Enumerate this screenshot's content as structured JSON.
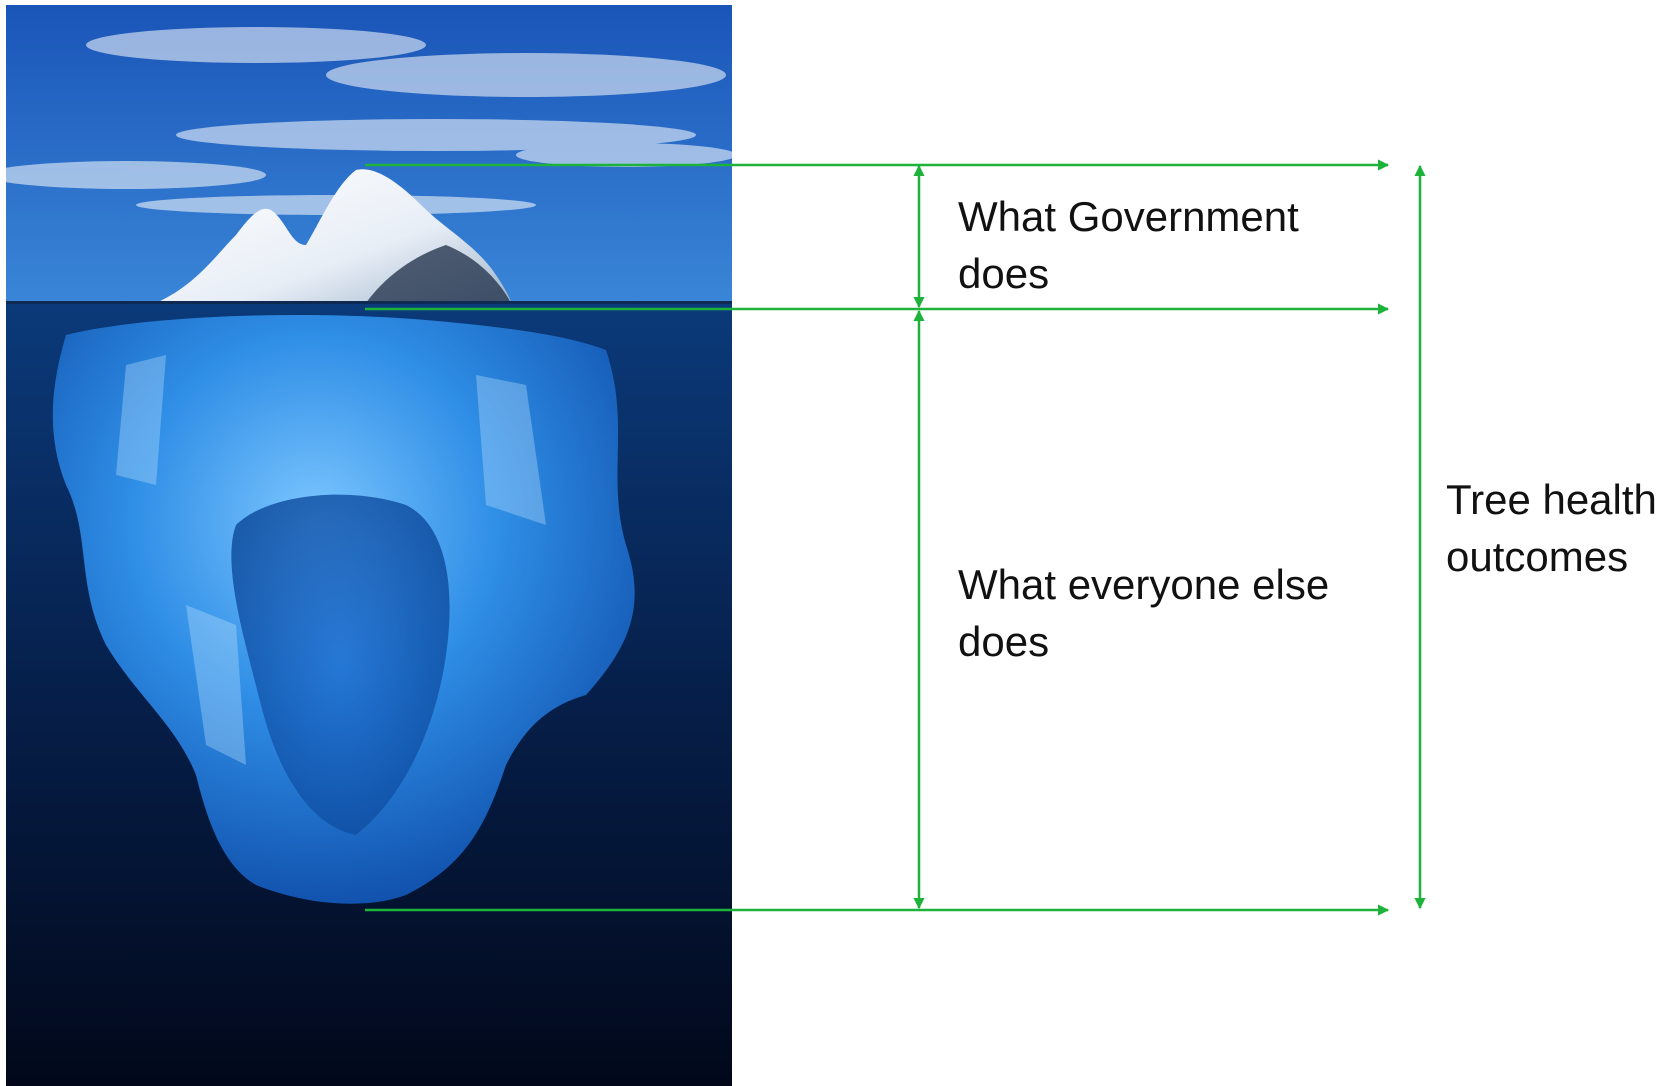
{
  "labels": {
    "government": "What Government\ndoes",
    "everyone": "What everyone else\ndoes",
    "outcomes": "Tree health\noutcomes"
  },
  "colors": {
    "arrow": "#1db33b",
    "text": "#111111",
    "sky_top": "#1a5fc4",
    "sky_bottom": "#2f7fd9",
    "ocean_top": "#0b3a7a",
    "ocean_bottom": "#030a1e",
    "ice_above": "#f3f7fb",
    "ice_below": "#2f8ee6"
  },
  "icons": {
    "arrowhead": "triangle"
  }
}
